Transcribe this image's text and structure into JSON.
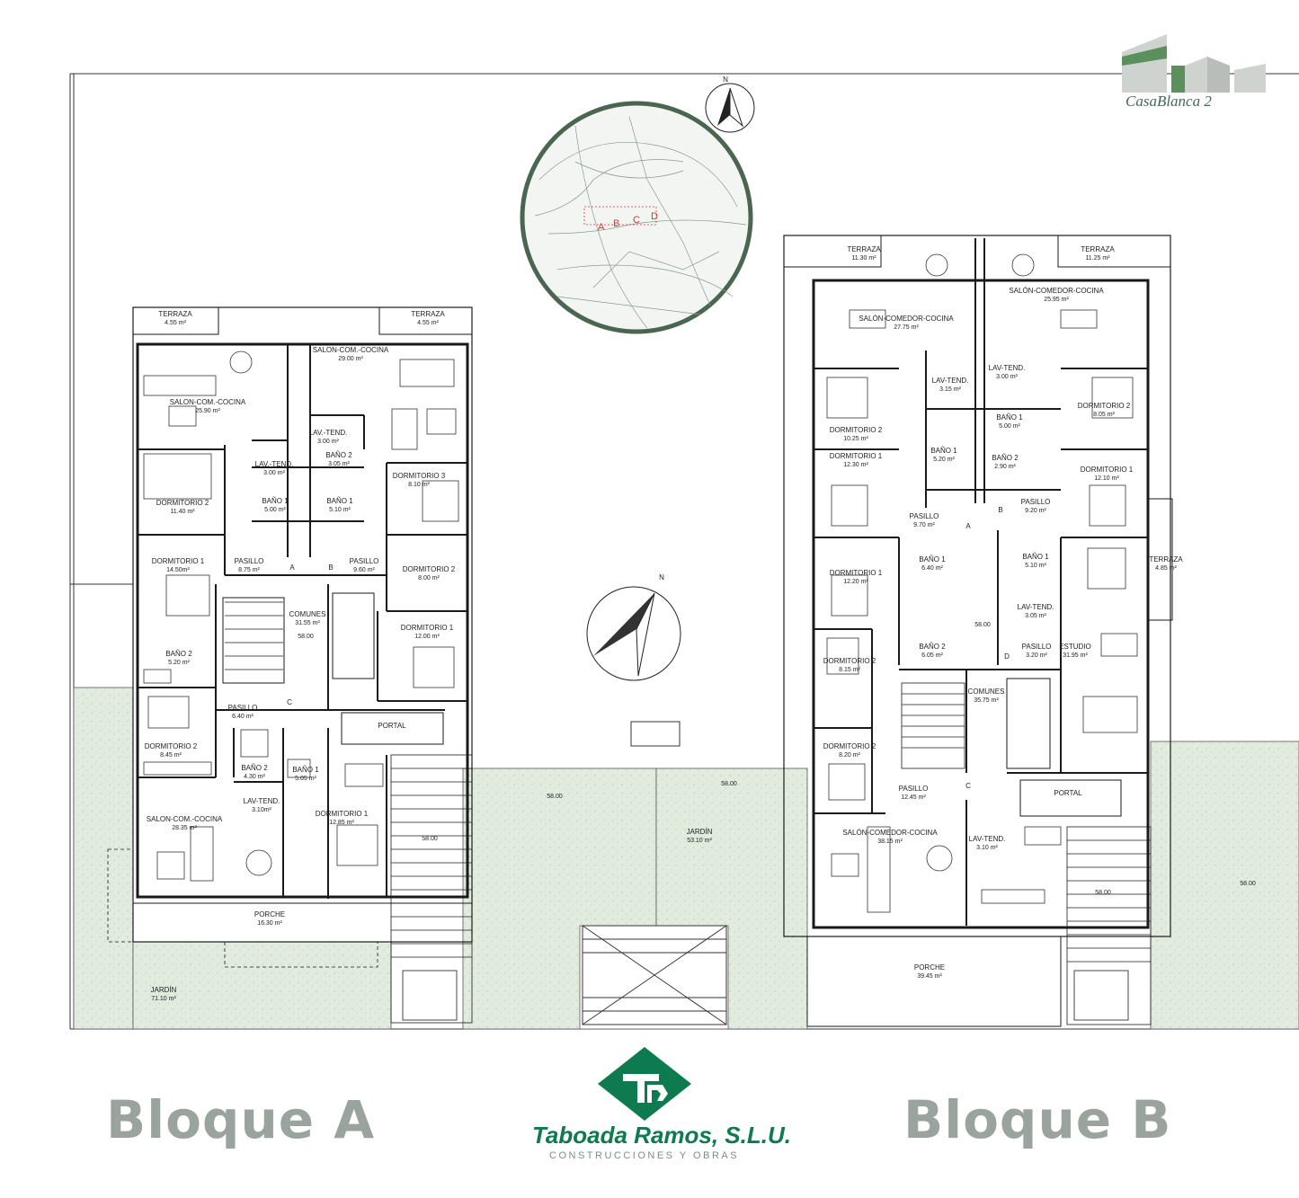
{
  "brand": {
    "name": "CasaBlanca 2",
    "company": "Taboada Ramos, S.L.U.",
    "company_sub": "CONSTRUCCIONES Y OBRAS",
    "accent": "#0e7a4f",
    "garden": "#dbe8d9"
  },
  "compass": {
    "north": "N"
  },
  "site_map": {
    "blocks": [
      "A",
      "B",
      "C",
      "D"
    ]
  },
  "block_a": {
    "title": "Bloque A",
    "level": "58.00",
    "rooms": [
      {
        "name": "TERRAZA",
        "area": "4.55 m²"
      },
      {
        "name": "TERRAZA",
        "area": "4.55 m²"
      },
      {
        "name": "SALON-COM.-COCINA",
        "area": "29.00 m²"
      },
      {
        "name": "SALON-COM.-COCINA",
        "area": "25.90 m²"
      },
      {
        "name": "LAV.-TEND.",
        "area": "3.00 m²"
      },
      {
        "name": "LAV.-TEND.",
        "area": "3.00 m²"
      },
      {
        "name": "BAÑO 2",
        "area": "3.05 m²"
      },
      {
        "name": "DORMITORIO 3",
        "area": "8.10 m²"
      },
      {
        "name": "DORMITORIO 2",
        "area": "11.40 m²"
      },
      {
        "name": "BAÑO 1",
        "area": "5.00 m²"
      },
      {
        "name": "BAÑO 1",
        "area": "5.10 m²"
      },
      {
        "name": "DORMITORIO 1",
        "area": "14.50m²"
      },
      {
        "name": "PASILLO",
        "area": "8.75 m²"
      },
      {
        "name": "PASILLO",
        "area": "9.60 m²"
      },
      {
        "name": "DORMITORIO 2",
        "area": "8.00 m²"
      },
      {
        "name": "COMUNES",
        "area": "31.55 m²"
      },
      {
        "name": "DORMITORIO 1",
        "area": "12.00 m²"
      },
      {
        "name": "BAÑO 2",
        "area": "5.20 m²"
      },
      {
        "name": "PASILLO",
        "area": "6.40 m²"
      },
      {
        "name": "PORTAL",
        "area": ""
      },
      {
        "name": "DORMITORIO 2",
        "area": "8.45 m²"
      },
      {
        "name": "BAÑO 2",
        "area": "4.30 m²"
      },
      {
        "name": "BAÑO 1",
        "area": "5.05 m²"
      },
      {
        "name": "LAV-TEND.",
        "area": "3.10m²"
      },
      {
        "name": "DORMITORIO 1",
        "area": "12.85 m²"
      },
      {
        "name": "SALON-COM.-COCINA",
        "area": "28.35 m²"
      },
      {
        "name": "PORCHE",
        "area": "16.30 m²"
      },
      {
        "name": "JARDÍN",
        "area": "71.10 m²"
      }
    ],
    "doors": [
      "A",
      "B",
      "C"
    ]
  },
  "block_b": {
    "title": "Bloque B",
    "level": "58.00",
    "rooms": [
      {
        "name": "TERRAZA",
        "area": "11.30 m²"
      },
      {
        "name": "TERRAZA",
        "area": "11.25 m²"
      },
      {
        "name": "SALÓN-COMEDOR-COCINA",
        "area": "25.95 m²"
      },
      {
        "name": "SALÓN-COMEDOR-COCINA",
        "area": "27.75 m²"
      },
      {
        "name": "LAV-TEND.",
        "area": "3.15 m²"
      },
      {
        "name": "LAV-TEND.",
        "area": "3.00 m²"
      },
      {
        "name": "DORMITORIO 2",
        "area": "10.25 m²"
      },
      {
        "name": "DORMITORIO 2",
        "area": "8.05 m²"
      },
      {
        "name": "BAÑO 1",
        "area": "5.00 m²"
      },
      {
        "name": "BAÑO 1",
        "area": "5.20 m²"
      },
      {
        "name": "BAÑO 2",
        "area": "2.90 m²"
      },
      {
        "name": "DORMITORIO 1",
        "area": "12.30 m²"
      },
      {
        "name": "DORMITORIO 1",
        "area": "12.10 m²"
      },
      {
        "name": "PASILLO",
        "area": "9.20 m²"
      },
      {
        "name": "PASILLO",
        "area": "9.70 m²"
      },
      {
        "name": "DORMITORIO 1",
        "area": "12.20 m²"
      },
      {
        "name": "BAÑO 1",
        "area": "6.40 m²"
      },
      {
        "name": "BAÑO 1",
        "area": "5.10 m²"
      },
      {
        "name": "TERRAZA",
        "area": "4.85 m²"
      },
      {
        "name": "LAV-TEND.",
        "area": "3.05 m²"
      },
      {
        "name": "DORMITORIO 2",
        "area": "8.15 m²"
      },
      {
        "name": "BAÑO 2",
        "area": "6.05 m²"
      },
      {
        "name": "PASILLO",
        "area": "3.20 m²"
      },
      {
        "name": "ESTUDIO",
        "area": "31.95 m²"
      },
      {
        "name": "COMUNES",
        "area": "35.75 m²"
      },
      {
        "name": "DORMITORIO 2",
        "area": "8.20 m²"
      },
      {
        "name": "PASILLO",
        "area": "12.45 m²"
      },
      {
        "name": "PORTAL",
        "area": ""
      },
      {
        "name": "SALÓN-COMEDOR-COCINA",
        "area": "38.15 m²"
      },
      {
        "name": "LAV-TEND.",
        "area": "3.10 m²"
      },
      {
        "name": "PORCHE",
        "area": "39.45 m²"
      }
    ],
    "doors": [
      "A",
      "B",
      "C",
      "D"
    ]
  },
  "middle": {
    "level": "58.00",
    "garden": {
      "name": "JARDÍN",
      "area": "53.10 m²"
    }
  },
  "right_level": "58.00"
}
